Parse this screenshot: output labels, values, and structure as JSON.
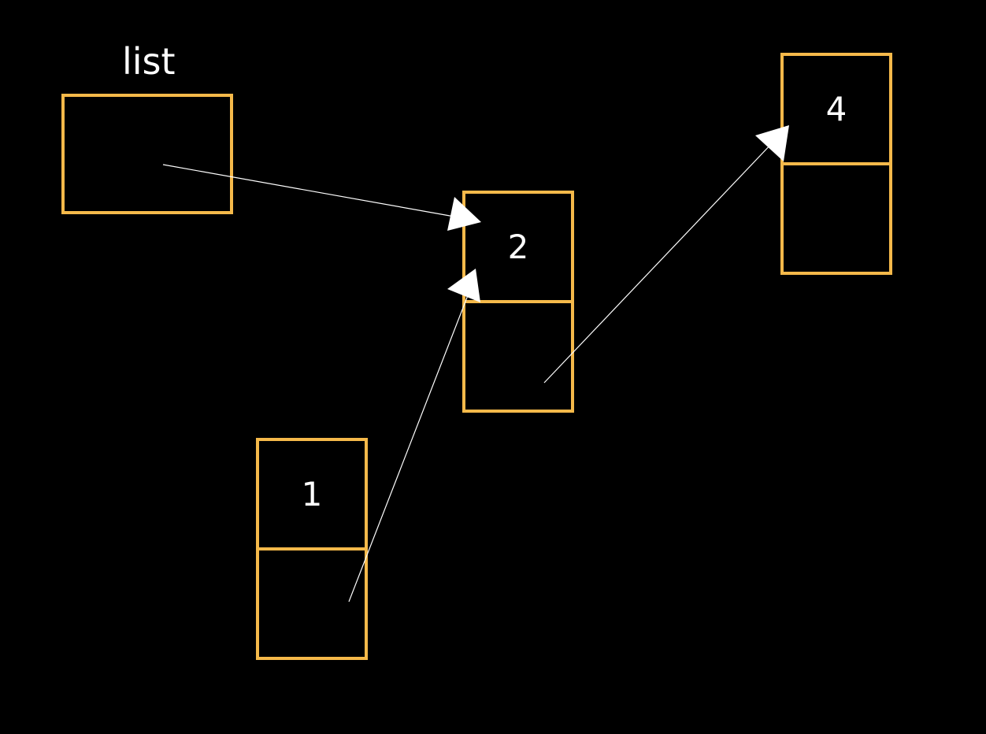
{
  "diagram": {
    "head_label": "list",
    "nodes": [
      {
        "id": "node-2",
        "value": "2"
      },
      {
        "id": "node-4",
        "value": "4"
      },
      {
        "id": "node-1",
        "value": "1"
      }
    ],
    "edges": [
      {
        "from": "list",
        "to": "node-2"
      },
      {
        "from": "node-2",
        "to": "node-4"
      },
      {
        "from": "node-1",
        "to": "node-2"
      }
    ],
    "colors": {
      "background": "#000000",
      "box_stroke": "#f5b94a",
      "text": "#ffffff",
      "arrow": "#ffffff"
    }
  }
}
